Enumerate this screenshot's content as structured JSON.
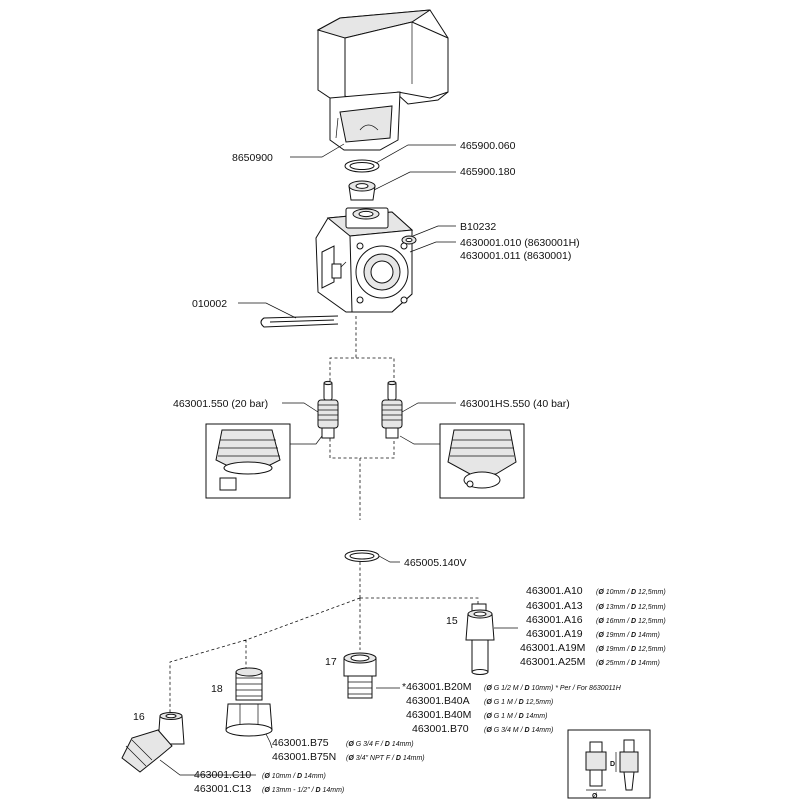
{
  "labels": {
    "l8650900": "8650900",
    "l465900_060": "465900.060",
    "l465900_180": "465900.180",
    "lB10232": "B10232",
    "l4630001_010": "4630001.010 (8630001H)",
    "l4630001_011": "4630001.011 (8630001)",
    "l010002": "010002",
    "l463001_550": "463001.550 (20 bar)",
    "l463001HS_550": "463001HS.550 (40 bar)",
    "l465005_140V": "465005.140V"
  },
  "group15": {
    "number": "15",
    "items": [
      {
        "code": "463001.A10",
        "d1": "Ø",
        "s1": " 10mm / ",
        "d2": "D",
        "s2": " 12,5mm)"
      },
      {
        "code": "463001.A13",
        "d1": "Ø",
        "s1": " 13mm / ",
        "d2": "D",
        "s2": " 12,5mm)"
      },
      {
        "code": "463001.A16",
        "d1": "Ø",
        "s1": " 16mm / ",
        "d2": "D",
        "s2": " 12,5mm)"
      },
      {
        "code": "463001.A19",
        "d1": "Ø",
        "s1": " 19mm / ",
        "d2": "D",
        "s2": " 14mm)"
      },
      {
        "code": "463001.A19M",
        "d1": "Ø",
        "s1": " 19mm / ",
        "d2": "D",
        "s2": " 12,5mm)"
      },
      {
        "code": "463001.A25M",
        "d1": "Ø",
        "s1": " 25mm / ",
        "d2": "D",
        "s2": " 14mm)"
      }
    ]
  },
  "group17": {
    "number": "17",
    "items": [
      {
        "code": "*463001.B20M",
        "d1": "Ø",
        "s1": " G 1/2 M / ",
        "d2": "D",
        "s2": " 10mm) * Per / For 8630011H"
      },
      {
        "code": "463001.B40A",
        "d1": "Ø",
        "s1": " G 1 M / ",
        "d2": "D",
        "s2": " 12,5mm)"
      },
      {
        "code": "463001.B40M",
        "d1": "Ø",
        "s1": " G 1 M / ",
        "d2": "D",
        "s2": " 14mm)"
      },
      {
        "code": "463001.B70",
        "d1": "Ø",
        "s1": " G 3/4 M / ",
        "d2": "D",
        "s2": " 14mm)"
      }
    ]
  },
  "group18": {
    "number": "18",
    "items": [
      {
        "code": "463001.B75",
        "d1": "Ø",
        "s1": " G 3/4 F / ",
        "d2": "D",
        "s2": " 14mm)"
      },
      {
        "code": "463001.B75N",
        "d1": "Ø",
        "s1": " 3/4\" NPT F / ",
        "d2": "D",
        "s2": " 14mm)"
      }
    ]
  },
  "group16": {
    "number": "16",
    "items": [
      {
        "code": "463001.C10",
        "d1": "Ø",
        "s1": " 10mm / ",
        "d2": "D",
        "s2": " 14mm)"
      },
      {
        "code": "463001.C13",
        "d1": "Ø",
        "s1": " 13mm - 1/2\" / ",
        "d2": "D",
        "s2": " 14mm)"
      }
    ]
  },
  "inset": {
    "d_symbol": "D",
    "o_symbol": "Ø"
  }
}
